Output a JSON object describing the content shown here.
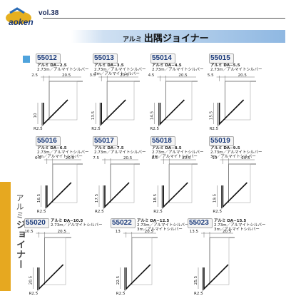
{
  "header": {
    "brand": "aoken",
    "volume": "vol.38"
  },
  "page_title": {
    "prefix": "アルミ",
    "main": "出隅ジョイナー"
  },
  "side_label": {
    "prefix": "アルミ",
    "main": "ジョイナー"
  },
  "colors": {
    "accent_blue": "#4fa3dc",
    "title_band": "#8fb8e2",
    "side_bar": "#e6a820",
    "code_text": "#1a3a7a"
  },
  "products": [
    {
      "code": "55012",
      "name": "アルミ DA−2.5",
      "lines": [
        "2.73m／アルマイトシルバー"
      ],
      "top_left": "2.5",
      "top_right": "20.5",
      "side": "10",
      "radius": "R2.5"
    },
    {
      "code": "55013",
      "name": "アルミ DA−3.5",
      "lines": [
        "2.73m／アルマイトシルバー",
        "3m／アルマイトシルバー"
      ],
      "top_left": "3.5",
      "top_right": "20.5",
      "side": "13.5",
      "radius": "R2.5"
    },
    {
      "code": "55014",
      "name": "アルミ DA−4.5",
      "lines": [
        "2.73m／アルマイトシルバー"
      ],
      "top_left": "4.5",
      "top_right": "20.5",
      "side": "14.5",
      "radius": "R2.5"
    },
    {
      "code": "55015",
      "name": "アルミ DA−5.5",
      "lines": [
        "2.73m／アルマイトシルバー"
      ],
      "top_left": "5.5",
      "top_right": "20.5",
      "side": "15.5",
      "radius": "R2.5"
    },
    {
      "code": "55016",
      "name": "アルミ DA−6.5",
      "lines": [
        "2.73m／アルマイトシルバー",
        "3m／アルマイトシルバー"
      ],
      "top_left": "6.5",
      "top_right": "20.5",
      "side": "16.5",
      "radius": "R2.5"
    },
    {
      "code": "55017",
      "name": "アルミ DA−7.5",
      "lines": [
        "2.73m／アルマイトシルバー"
      ],
      "top_left": "7.5",
      "top_right": "20.5",
      "side": "17.5",
      "radius": "R2.5"
    },
    {
      "code": "55018",
      "name": "アルミ DA−8.5",
      "lines": [
        "2.73m／アルマイトシルバー",
        "3m／アルマイトシルバー"
      ],
      "top_left": "8.5",
      "top_right": "20.5",
      "side": "18.5",
      "radius": "R2.5"
    },
    {
      "code": "55019",
      "name": "アルミ DA−9.5",
      "lines": [
        "2.73m／アルマイトシルバー",
        "3m／アルマイトシルバー"
      ],
      "top_left": "10",
      "top_right": "20.5",
      "side": "19.5",
      "radius": "R2.5"
    },
    {
      "code": "55020",
      "name": "アルミ DA−10.5",
      "lines": [
        "2.73m／アルマイトシルバー"
      ],
      "top_left": "10.5",
      "top_right": "20.5",
      "side": "20.5",
      "radius": "R2.5"
    },
    {
      "code": "55022",
      "name": "アルミ DA−12.5",
      "lines": [
        "2.73m／アルマイトシルバー",
        "3m／アルマイトシルバー"
      ],
      "top_left": "13",
      "top_right": "20.5",
      "side": "22.5",
      "radius": "R2.5"
    },
    {
      "code": "55023",
      "name": "アルミ DA−15.5",
      "lines": [
        "2.73m／アルマイトシルバー",
        "3m／アルマイトシルバー"
      ],
      "top_left": "13.5",
      "top_right": "20.5",
      "side": "25.5",
      "radius": "R2.5"
    }
  ]
}
